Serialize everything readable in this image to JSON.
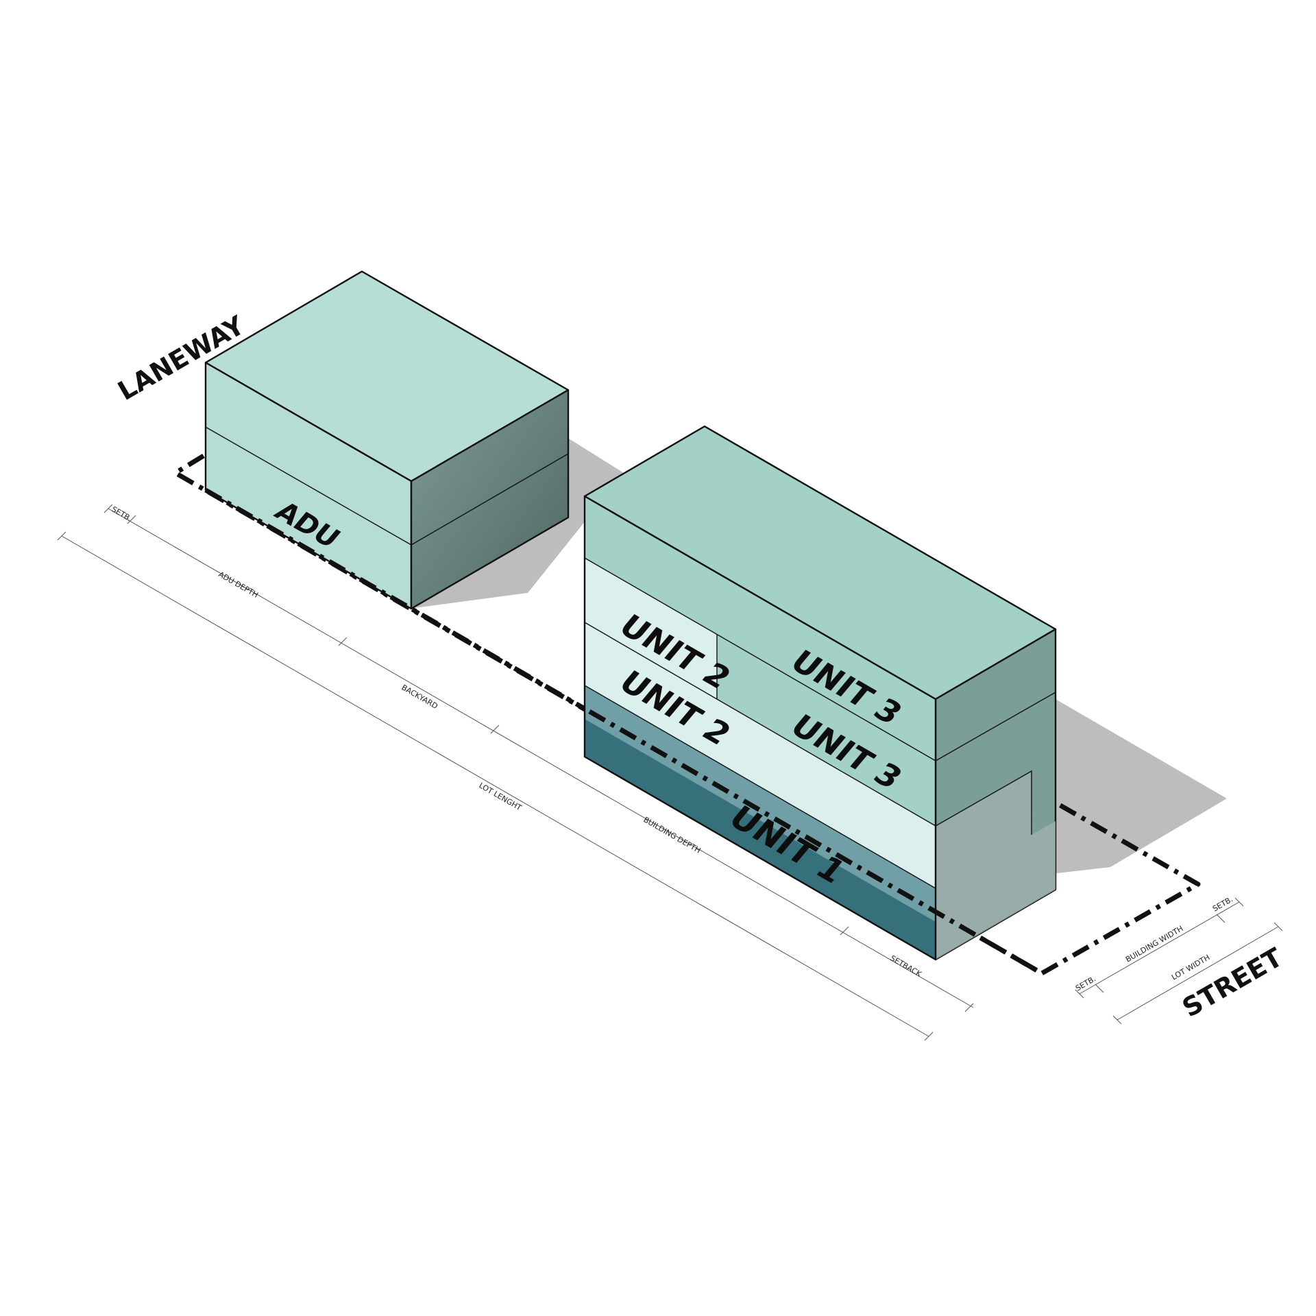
{
  "labels": {
    "laneway": "LANEWAY",
    "street": "STREET",
    "adu": "ADU",
    "unit1": "UNIT 1",
    "unit2_upper": "UNIT 2",
    "unit2_lower": "UNIT 2",
    "unit3_upper": "UNIT 3",
    "unit3_lower": "UNIT 3"
  },
  "dimensions": {
    "setb_rear": "SETB.",
    "adu_depth": "ADU DEPTH",
    "backyard": "BACKYARD",
    "lot_length": "LOT LENGHT",
    "building_depth": "BUILDING DEPTH",
    "setback": "SETBACK",
    "setb_left": "SETB.",
    "setb_right": "SETB.",
    "building_width": "BUILDING WIDTH",
    "lot_width": "LOT WIDTH"
  },
  "colors": {
    "adu_front": "#b5ddd6",
    "adu_top": "#b7ddd7",
    "adu_side": "#6f8c87",
    "main_top": "#a3d1c8",
    "unit2_light": "#dbf0ec",
    "unit3": "#a3d1c8",
    "unit1_dark": "#35707b",
    "main_side": "#7b9f97",
    "shadow": "#bdbdbd"
  }
}
